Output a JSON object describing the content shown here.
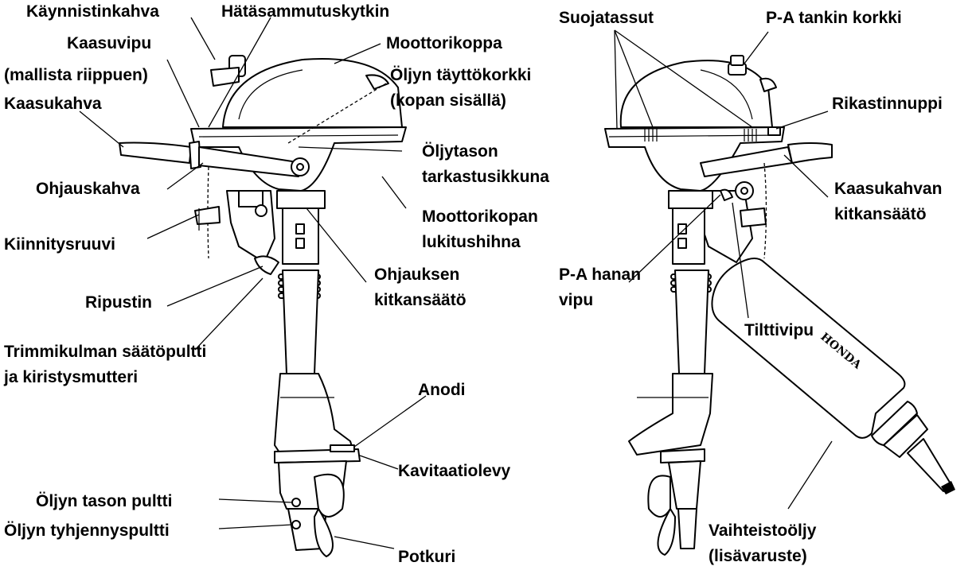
{
  "labels": {
    "kaynnistinkahva": "Käynnistinkahva",
    "hatasammutuskytkin": "Hätäsammutuskytkin",
    "moottorikoppa": "Moottorikoppa",
    "kaasuvipu_1": "Kaasuvipu",
    "kaasuvipu_2": "(mallista riippuen)",
    "oljyn_taytto_1": "Öljyn täyttökorkki",
    "oljyn_taytto_2": "(kopan sisällä)",
    "kaasukahva": "Kaasukahva",
    "oljytason_1": "Öljytason",
    "oljytason_2": "tarkastusikkuna",
    "ohjauskahva": "Ohjauskahva",
    "lukitushihna_1": "Moottorikopan",
    "lukitushihna_2": "lukitushihna",
    "kiinnitysruuvi": "Kiinnitysruuvi",
    "ohjauksen_1": "Ohjauksen",
    "ohjauksen_2": "kitkansäätö",
    "ripustin": "Ripustin",
    "trimmi_1": "Trimmikulman säätöpultti",
    "trimmi_2": "ja kiristysmutteri",
    "anodi": "Anodi",
    "kavitaatiolevy": "Kavitaatiolevy",
    "oljyn_tason_pultti": "Öljyn tason pultti",
    "tyhjennyspultti": "Öljyn tyhjennyspultti",
    "potkuri": "Potkuri",
    "suojatassut": "Suojatassut",
    "tankin_korkki": "P-A tankin korkki",
    "rikastinnuppi": "Rikastinnuppi",
    "kaasukahvan_1": "Kaasukahvan",
    "kaasukahvan_2": "kitkansäätö",
    "hanan_1": "P-A hanan",
    "hanan_2": "vipu",
    "tilttivipu": "Tilttivipu",
    "vaihteisto_1": "Vaihteistoöljy",
    "vaihteisto_2": "(lisävaruste)"
  },
  "tube_brand": "HONDA",
  "icons": {
    "engine_left": "outboard-motor-left-view",
    "engine_right": "outboard-motor-right-view",
    "tube": "gear-oil-tube"
  }
}
